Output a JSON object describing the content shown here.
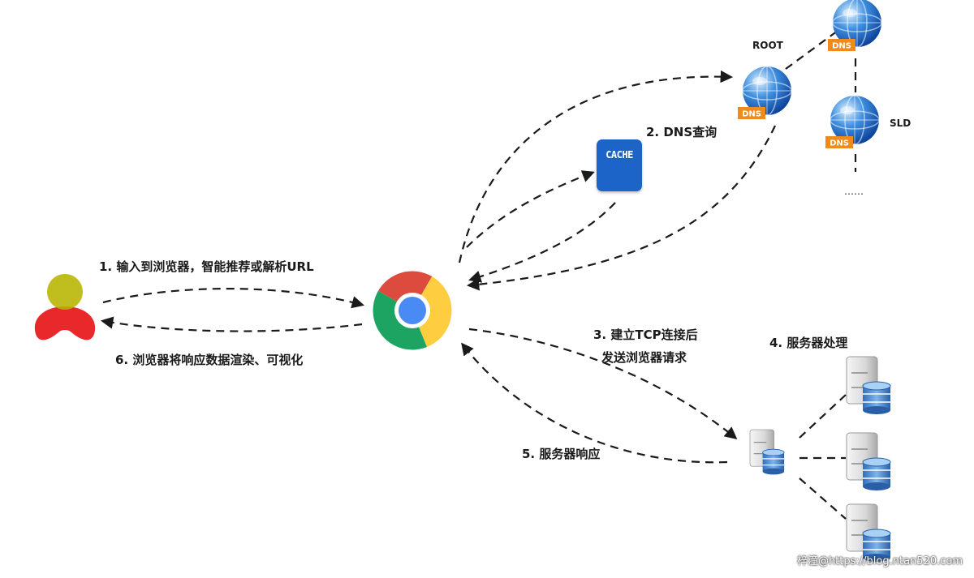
{
  "labels": {
    "step1": "1. 输入到浏览器，智能推荐或解析URL",
    "step2": "2. DNS查询",
    "step3_line1": "3. 建立TCP连接后",
    "step3_line2": "发送浏览器请求",
    "step4": "4. 服务器处理",
    "step5": "5. 服务器响应",
    "step6": "6. 浏览器将响应数据渲染、可视化"
  },
  "dns": {
    "root_label": "ROOT",
    "sld_label": "SLD",
    "tag": "DNS",
    "ellipsis": "……"
  },
  "cache": {
    "label": "CACHE"
  },
  "watermark": "梓潼@https://blog.ntan520.com",
  "icons": {
    "user": "user-icon",
    "browser": "chrome-browser-icon",
    "cache": "cache-icon",
    "dns_server": "globe-dns-icon",
    "server": "database-server-icon"
  }
}
